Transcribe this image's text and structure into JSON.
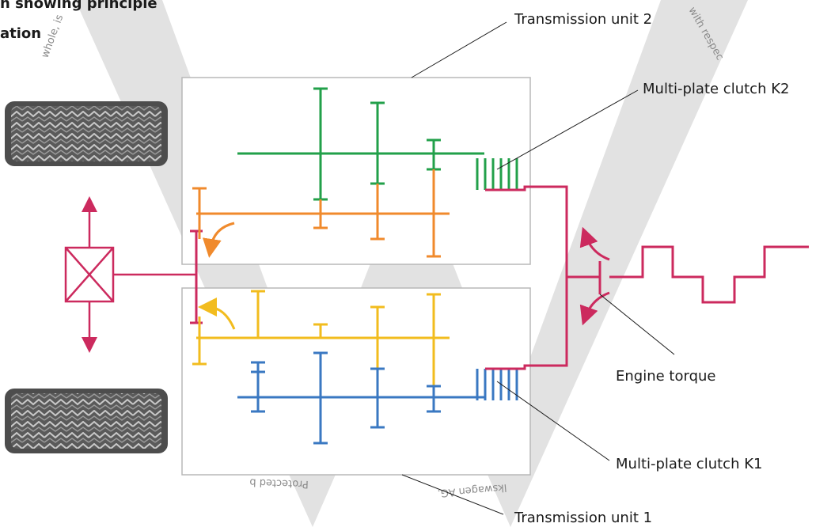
{
  "title": {
    "line1": "h showing principle",
    "line2": "ation"
  },
  "labels": {
    "unit2": "Transmission unit 2",
    "clutch_k2": "Multi-plate clutch K2",
    "engine_torque": "Engine torque",
    "clutch_k1": "Multi-plate clutch K1",
    "unit1": "Transmission unit 1"
  },
  "watermark": {
    "top_left": "whole, is",
    "top_right": "with respec",
    "bottom_left": "Protected b",
    "bottom_right": "lkswagen AG."
  },
  "colors": {
    "shaft_green": "#22a04a",
    "shaft_orange": "#f08a2c",
    "shaft_yellow": "#f2bc1e",
    "shaft_blue": "#3a78c2",
    "drive_magenta": "#cc2a5e",
    "background_v": "#e2e2e2",
    "unit_box": "#b8b8b8"
  },
  "icons": {
    "wheel": "tyre-icon",
    "differential": "differential-icon",
    "rotation": "rotation-arrow-icon"
  }
}
